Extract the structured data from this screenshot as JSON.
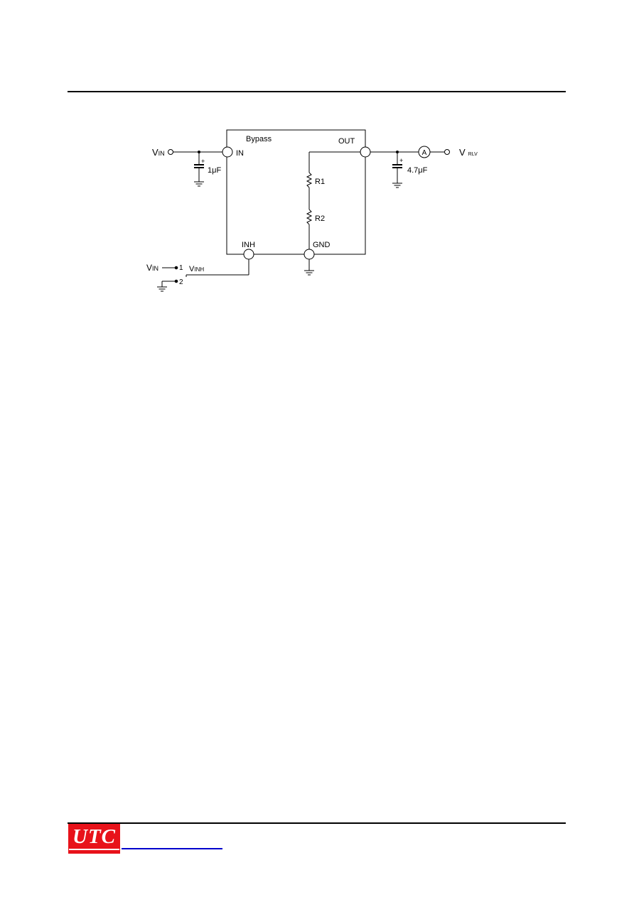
{
  "diagram": {
    "block_labels": {
      "bypass": "Bypass",
      "in": "IN",
      "out": "OUT",
      "inh": "INH",
      "gnd": "GND"
    },
    "input_label": {
      "main": "V",
      "sub": "IN"
    },
    "output_label": {
      "main": "V",
      "sub": "RLV"
    },
    "switch_in_label": {
      "main": "V",
      "sub": "IN"
    },
    "inh_label": {
      "main": "V",
      "sub": "INH"
    },
    "resistors": [
      "R1",
      "R2"
    ],
    "capacitors": [
      "1μF",
      "4.7μF"
    ],
    "cap_polarity": "+",
    "ammeter_label": "A",
    "switch_positions": [
      "1",
      "2"
    ]
  },
  "footer": {
    "logo_text": "UTC"
  },
  "colors": {
    "logo_red": "#e8121a",
    "link_blue": "#0000cc"
  }
}
